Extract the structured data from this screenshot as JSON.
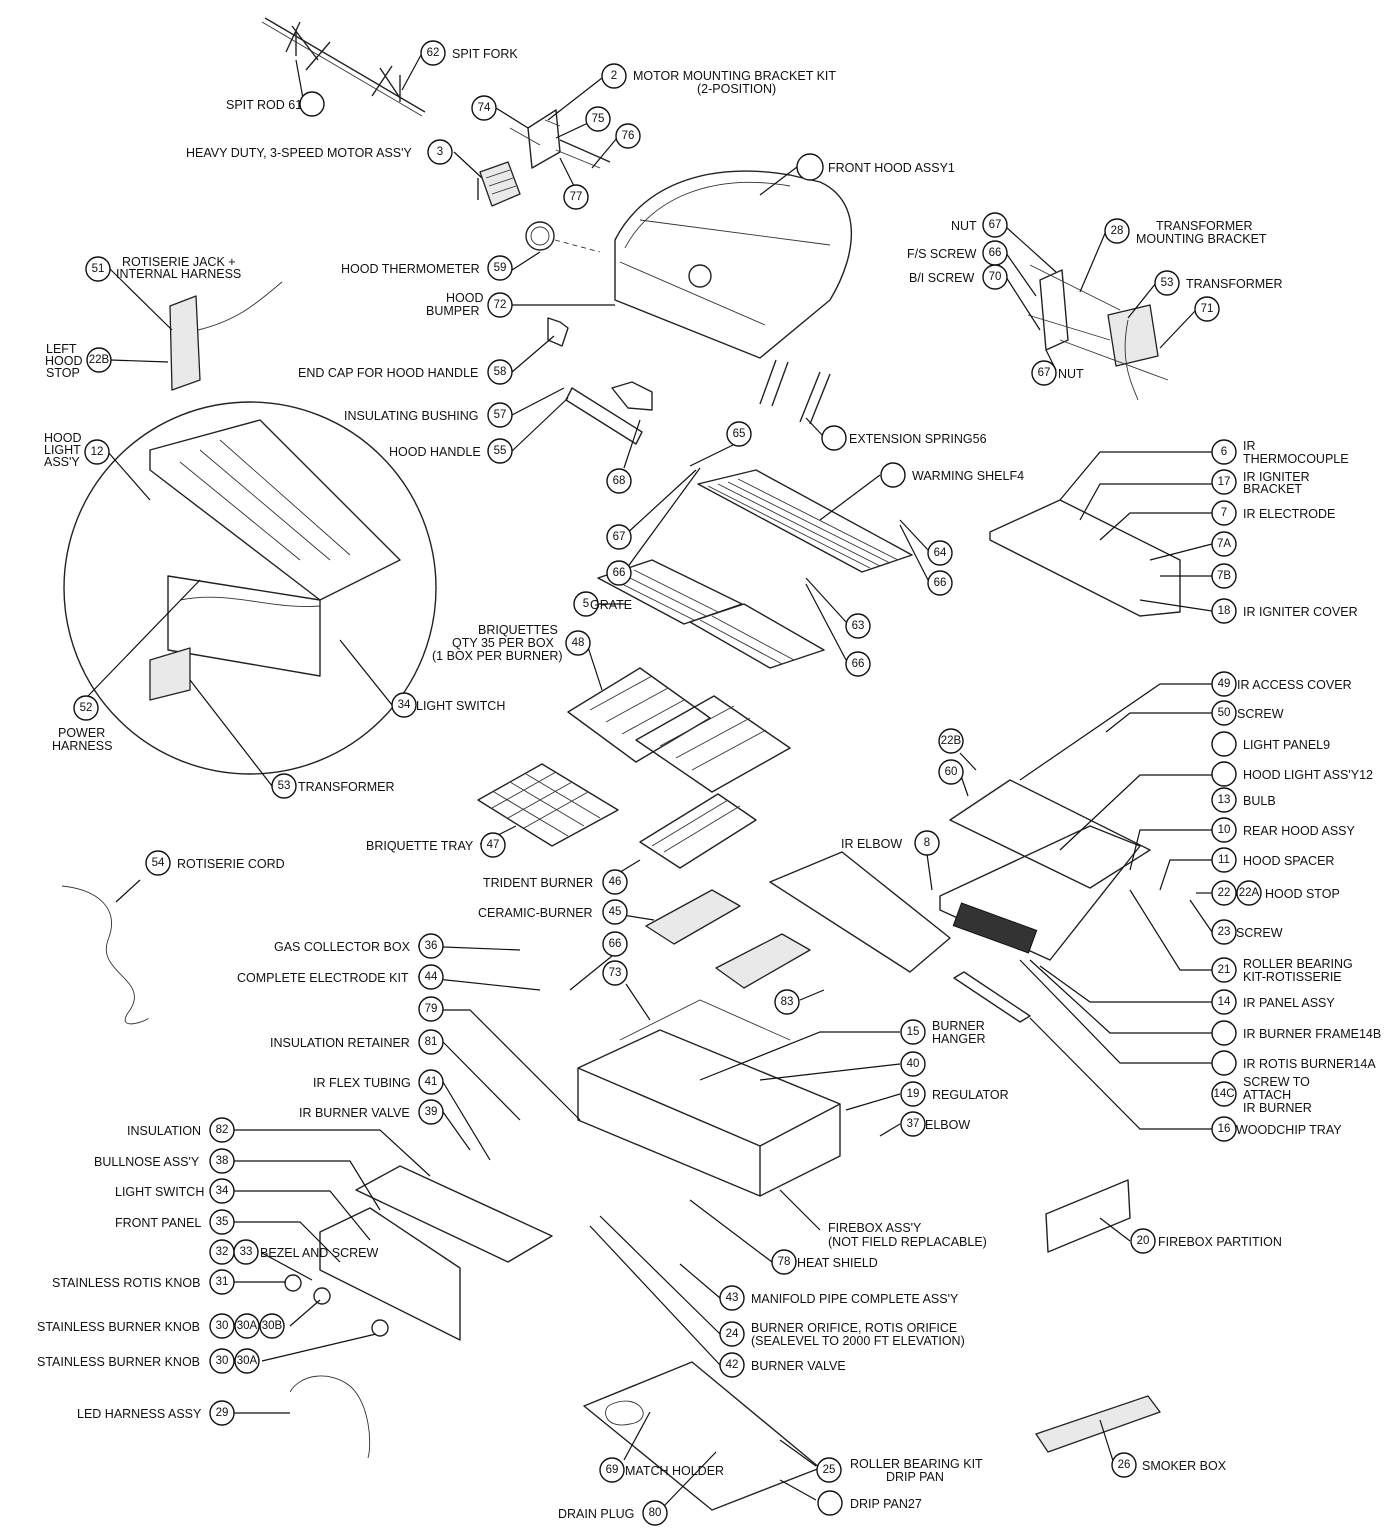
{
  "callouts": {
    "c62": {
      "num": "62",
      "text": "SPIT FORK"
    },
    "c61": {
      "num": "",
      "text": "SPIT ROD 61"
    },
    "c2": {
      "num": "2",
      "text": "MOTOR MOUNTING BRACKET KIT",
      "text2": "(2-POSITION)"
    },
    "c74": {
      "num": "74"
    },
    "c75": {
      "num": "75"
    },
    "c76": {
      "num": "76"
    },
    "c77": {
      "num": "77"
    },
    "c3": {
      "num": "3",
      "text": "HEAVY DUTY, 3-SPEED MOTOR ASS'Y"
    },
    "c1": {
      "num": "",
      "text": "FRONT HOOD ASSY1"
    },
    "c67a": {
      "num": "67",
      "text": "NUT"
    },
    "c66a": {
      "num": "66",
      "text": "F/S SCREW"
    },
    "c70": {
      "num": "70",
      "text": "B/I SCREW"
    },
    "c28": {
      "num": "28",
      "text": "TRANSFORMER",
      "text2": "MOUNTING BRACKET"
    },
    "c53a": {
      "num": "53",
      "text": "TRANSFORMER"
    },
    "c71": {
      "num": "71"
    },
    "c67b": {
      "num": "67",
      "text": "NUT"
    },
    "c51": {
      "num": "51",
      "text": "ROTISERIE JACK +",
      "text2": "INTERNAL HARNESS"
    },
    "c22Ba": {
      "num": "22B",
      "text": "LEFT",
      "text2": "HOOD",
      "text3": "STOP"
    },
    "c59": {
      "num": "59",
      "text": "HOOD THERMOMETER"
    },
    "c72": {
      "num": "72",
      "text": "HOOD",
      "text2": "BUMPER"
    },
    "c58": {
      "num": "58",
      "text": "END CAP FOR HOOD HANDLE"
    },
    "c57": {
      "num": "57",
      "text": "INSULATING BUSHING"
    },
    "c55": {
      "num": "55",
      "text": "HOOD HANDLE"
    },
    "c12a": {
      "num": "12",
      "text": "HOOD",
      "text2": "LIGHT",
      "text3": "ASS'Y"
    },
    "c68": {
      "num": "68"
    },
    "c65": {
      "num": "65"
    },
    "c56": {
      "num": "",
      "text": "EXTENSION SPRING56"
    },
    "c4": {
      "num": "",
      "text": "WARMING SHELF4"
    },
    "c67c": {
      "num": "67"
    },
    "c66b": {
      "num": "66"
    },
    "c64": {
      "num": "64"
    },
    "c66c": {
      "num": "66"
    },
    "c5": {
      "num": "5",
      "text": "GRATE"
    },
    "c63": {
      "num": "63"
    },
    "c66d": {
      "num": "66"
    },
    "c48": {
      "num": "48",
      "text": "BRIQUETTES",
      "text2": "QTY 35 PER BOX",
      "text3": "(1 BOX PER BURNER)"
    },
    "c6": {
      "num": "6",
      "text": "IR",
      "text2": "THERMOCOUPLE"
    },
    "c17": {
      "num": "17",
      "text": "IR IGNITER",
      "text2": "BRACKET"
    },
    "c7": {
      "num": "7",
      "text": "IR ELECTRODE"
    },
    "c7A": {
      "num": "7A"
    },
    "c7B": {
      "num": "7B"
    },
    "c18": {
      "num": "18",
      "text": "IR IGNITER COVER"
    },
    "c52": {
      "num": "52",
      "text": "POWER",
      "text2": "HARNESS"
    },
    "c34a": {
      "num": "34",
      "text": "LIGHT SWITCH"
    },
    "c53b": {
      "num": "53",
      "text": "TRANSFORMER"
    },
    "c49": {
      "num": "49",
      "text": "IR ACCESS COVER"
    },
    "c50": {
      "num": "50",
      "text": "SCREW"
    },
    "c9": {
      "num": "",
      "text": "LIGHT PANEL9"
    },
    "c12b": {
      "num": "",
      "text": "HOOD LIGHT ASS'Y12"
    },
    "c13": {
      "num": "13",
      "text": "BULB"
    },
    "c10": {
      "num": "10",
      "text": "REAR HOOD ASSY"
    },
    "c11": {
      "num": "11",
      "text": "HOOD SPACER"
    },
    "c22": {
      "num": "22",
      "text": ""
    },
    "c22A": {
      "num": "22A",
      "text": "HOOD STOP"
    },
    "c23": {
      "num": "23",
      "text": "SCREW"
    },
    "c21": {
      "num": "21",
      "text": "ROLLER BEARING",
      "text2": "KIT-ROTISSERIE"
    },
    "c14": {
      "num": "14",
      "text": "IR PANEL ASSY"
    },
    "c14B": {
      "num": "",
      "text": "IR BURNER FRAME14B"
    },
    "c14A": {
      "num": "",
      "text": "IR ROTIS BURNER14A"
    },
    "c14C": {
      "num": "14C",
      "text": "SCREW TO",
      "text2": "ATTACH",
      "text3": "IR BURNER"
    },
    "c16": {
      "num": "16",
      "text": "WOODCHIP TRAY"
    },
    "c22Bb": {
      "num": "22B"
    },
    "c60": {
      "num": "60"
    },
    "c8": {
      "num": "8",
      "text": "IR ELBOW"
    },
    "c54": {
      "num": "54",
      "text": "ROTISERIE CORD"
    },
    "c47": {
      "num": "47",
      "text": "BRIQUETTE TRAY"
    },
    "c46": {
      "num": "46",
      "text": "TRIDENT BURNER"
    },
    "c45": {
      "num": "45",
      "text": "CERAMIC-BURNER"
    },
    "c36": {
      "num": "36",
      "text": "GAS COLLECTOR BOX"
    },
    "c66e": {
      "num": "66"
    },
    "c44": {
      "num": "44",
      "text": "COMPLETE ELECTRODE KIT"
    },
    "c73": {
      "num": "73"
    },
    "c83": {
      "num": "83"
    },
    "c79": {
      "num": "79"
    },
    "c81": {
      "num": "81",
      "text": "INSULATION RETAINER"
    },
    "c15": {
      "num": "15",
      "text": "BURNER",
      "text2": "HANGER"
    },
    "c40": {
      "num": "40"
    },
    "c41": {
      "num": "41",
      "text": "IR FLEX TUBING"
    },
    "c19": {
      "num": "19",
      "text": "REGULATOR"
    },
    "c39": {
      "num": "39",
      "text": "IR BURNER VALVE"
    },
    "c37": {
      "num": "37",
      "text": "ELBOW"
    },
    "c82": {
      "num": "82",
      "text": "INSULATION"
    },
    "c38": {
      "num": "38",
      "text": "BULLNOSE ASS'Y"
    },
    "c34b": {
      "num": "34",
      "text": "LIGHT SWITCH"
    },
    "c35": {
      "num": "35",
      "text": "FRONT PANEL"
    },
    "cFirebox": {
      "text": "FIREBOX ASS'Y",
      "text2": "(NOT FIELD REPLACABLE)"
    },
    "c20": {
      "num": "20",
      "text": "FIREBOX PARTITION"
    },
    "c32": {
      "num": "32",
      "num2": "33",
      "text": "BEZEL AND SCREW"
    },
    "c78": {
      "num": "78",
      "text": "HEAT SHIELD"
    },
    "c31": {
      "num": "31",
      "text": "STAINLESS ROTIS KNOB"
    },
    "c43": {
      "num": "43",
      "text": "MANIFOLD PIPE COMPLETE ASS'Y"
    },
    "c30a": {
      "num": "30",
      "num2": "30A",
      "num3": "30B",
      "text": "STAINLESS BURNER KNOB"
    },
    "c24": {
      "num": "24",
      "text": "BURNER ORIFICE, ROTIS ORIFICE",
      "text2": "(SEALEVEL TO 2000 FT ELEVATION)"
    },
    "c30b": {
      "num": "30",
      "num2": "30A",
      "text": "STAINLESS BURNER KNOB"
    },
    "c42": {
      "num": "42",
      "text": "BURNER VALVE"
    },
    "c29": {
      "num": "29",
      "text": "LED HARNESS ASSY"
    },
    "c69": {
      "num": "69",
      "text": "MATCH HOLDER"
    },
    "c25": {
      "num": "25",
      "text": "ROLLER BEARING KIT",
      "text2": "DRIP PAN"
    },
    "c26": {
      "num": "26",
      "text": "SMOKER BOX"
    },
    "c80": {
      "num": "80",
      "text": "DRAIN PLUG"
    },
    "c27": {
      "num": "",
      "text": "DRIP PAN27"
    }
  }
}
